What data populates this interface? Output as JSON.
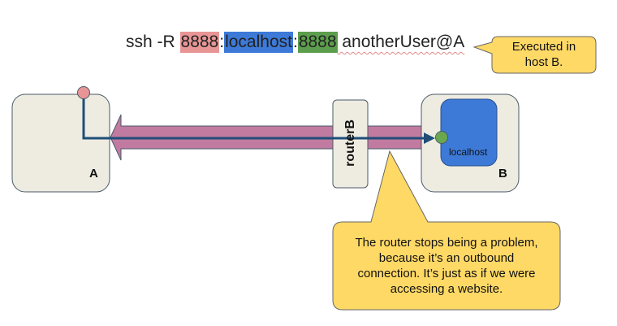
{
  "command": {
    "prefix": "ssh -R ",
    "remote_port": "8888",
    "sep1": ":",
    "target_host": "localhost",
    "sep2": ":",
    "local_port": "8888",
    "destination": " anotherUser@A"
  },
  "callouts": {
    "executed": {
      "line1": "Executed in",
      "line2": "host B."
    },
    "router_note": {
      "line1": "The router stops being a problem,",
      "line2": "because it’s an outbound",
      "line3": "connection. It’s just as if we were",
      "line4": "accessing a website."
    }
  },
  "hosts": {
    "a_label": "A",
    "b_label": "B",
    "localhost_label": "localhost"
  },
  "router": {
    "label": "routerB"
  },
  "colors": {
    "port_red": "#e89595",
    "host_blue": "#3d7ad8",
    "port_green": "#5c9e4d",
    "host_fill": "#eeece1",
    "callout_fill": "#ffd966",
    "tunnel_fill": "#c27ba0",
    "arrow_line": "#1f4e79"
  }
}
